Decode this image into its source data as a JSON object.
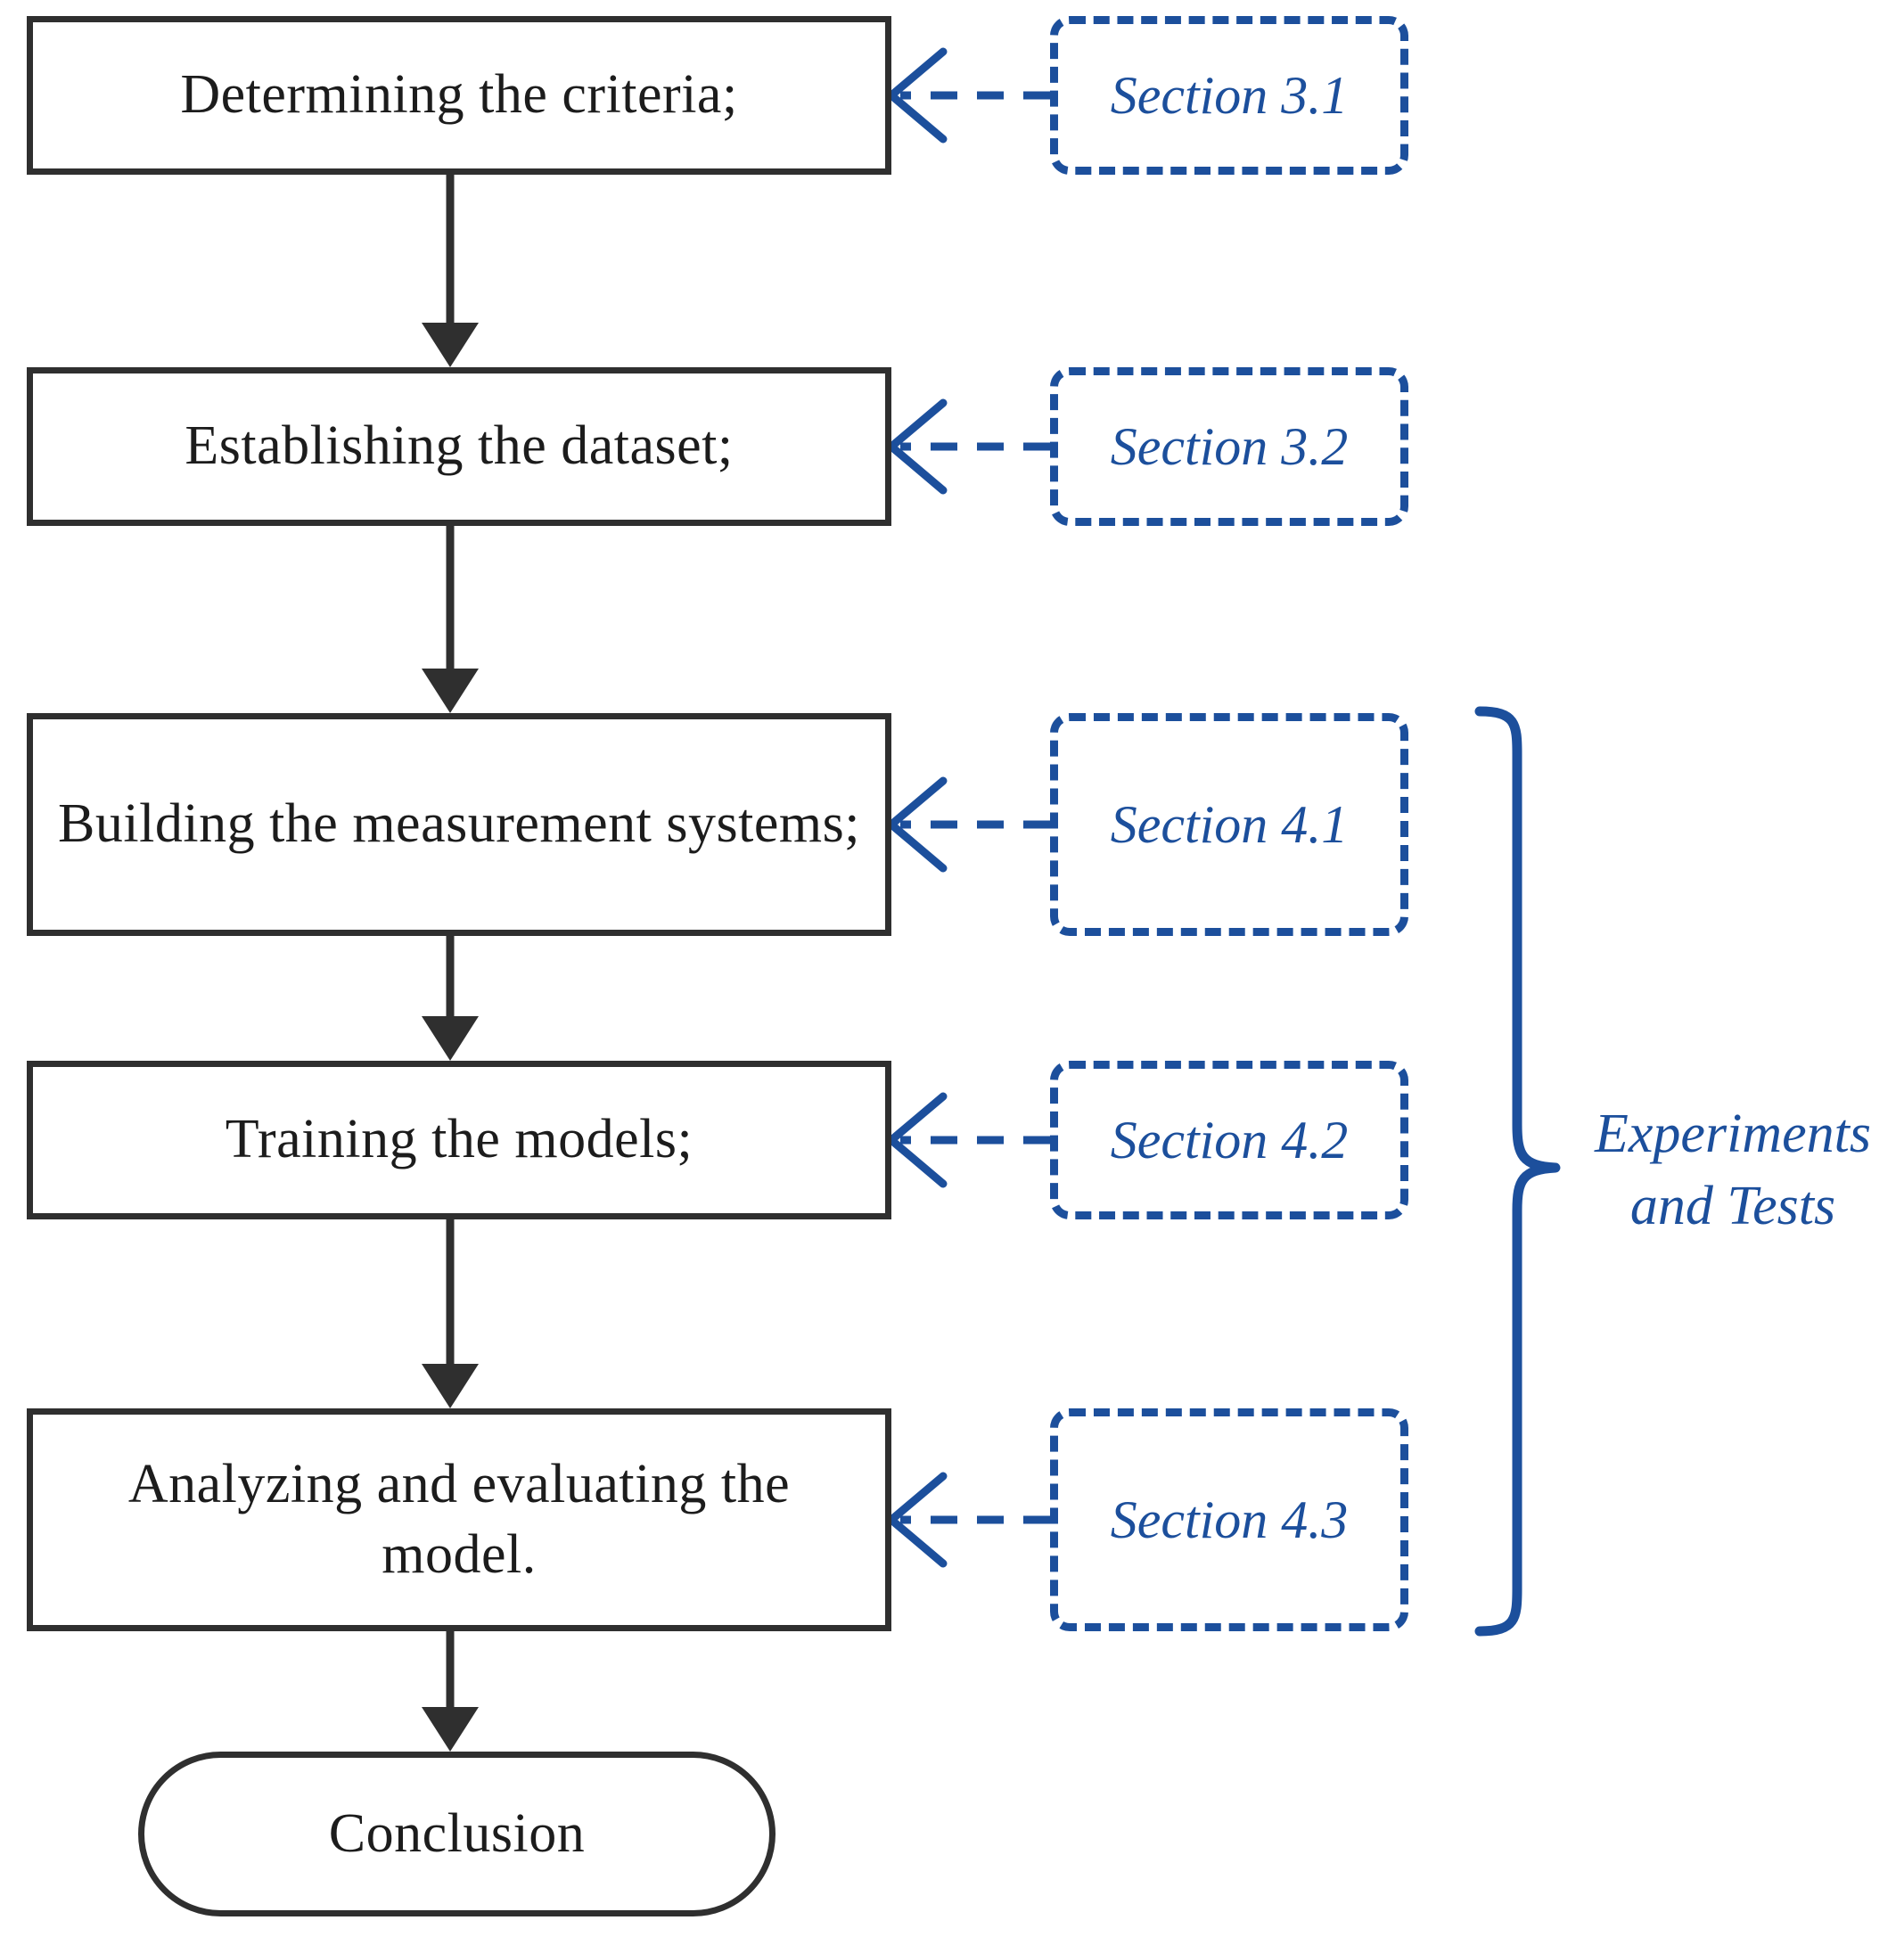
{
  "diagram": {
    "title": "Research workflow flowchart",
    "accent_color": "#1c4f9c",
    "outline_color": "#2f2f2f",
    "background_color": "#ffffff"
  },
  "flow": {
    "steps": [
      {
        "id": "step-1",
        "label": "Determining the criteria;",
        "shape": "rectangle"
      },
      {
        "id": "step-2",
        "label": "Establishing the dataset;",
        "shape": "rectangle"
      },
      {
        "id": "step-3",
        "label": "Building the measurement systems;",
        "shape": "rectangle"
      },
      {
        "id": "step-4",
        "label": "Training the models;",
        "shape": "rectangle"
      },
      {
        "id": "step-5",
        "label": "Analyzing and evaluating the model.",
        "shape": "rectangle"
      }
    ],
    "terminator": {
      "id": "terminator",
      "label": "Conclusion",
      "shape": "stadium"
    }
  },
  "sections": [
    {
      "id": "sec-3-1",
      "label": "Section 3.1"
    },
    {
      "id": "sec-3-2",
      "label": "Section 3.2"
    },
    {
      "id": "sec-4-1",
      "label": "Section 4.1"
    },
    {
      "id": "sec-4-2",
      "label": "Section 4.2"
    },
    {
      "id": "sec-4-3",
      "label": "Section 4.3"
    }
  ],
  "group": {
    "caption": "Experiments and Tests",
    "covers": [
      "sec-4-1",
      "sec-4-2",
      "sec-4-3"
    ]
  }
}
